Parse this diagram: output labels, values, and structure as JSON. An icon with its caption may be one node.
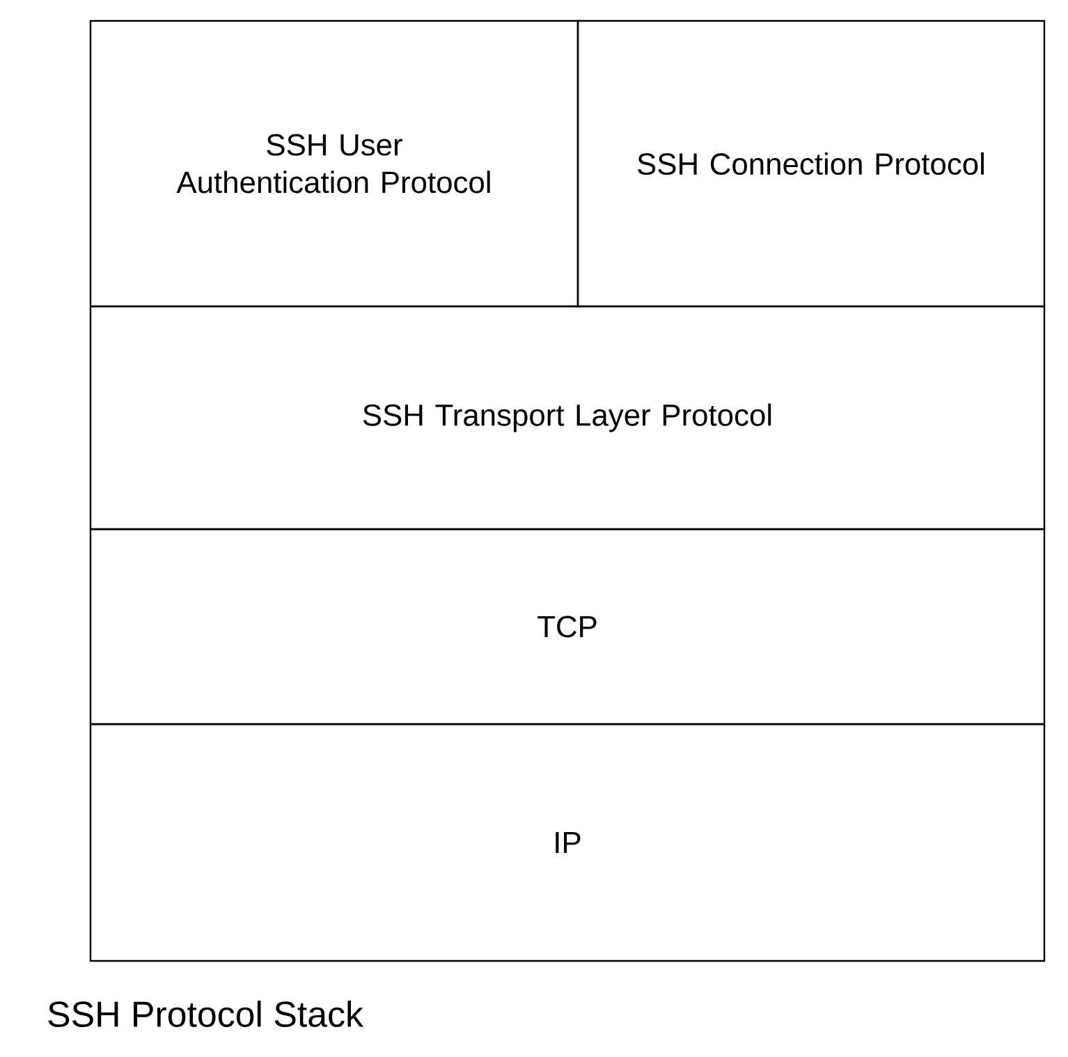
{
  "diagram": {
    "caption": "SSH Protocol Stack",
    "nodes": [
      {
        "text": [
          "SSH User Authentication Protocol"
        ]
      },
      {
        "text": [
          "SSH Connection Protocol"
        ]
      },
      {
        "text": [
          "SSH Transport Layer Protocol"
        ]
      },
      {
        "text": [
          "TCP"
        ]
      },
      {
        "text": [
          "IP"
        ]
      }
    ]
  }
}
